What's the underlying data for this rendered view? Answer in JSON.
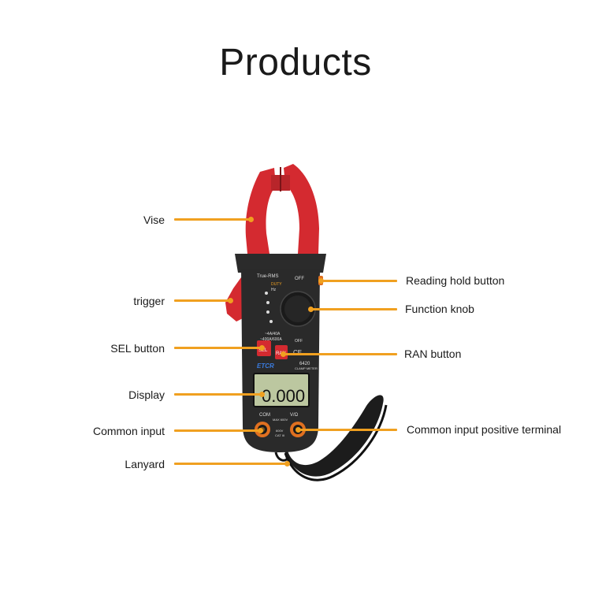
{
  "page": {
    "title": "Products"
  },
  "callouts": {
    "vise": "Vise",
    "trigger": "trigger",
    "sel_button": "SEL button",
    "display": "Display",
    "common_input": "Common input",
    "lanyard": "Lanyard",
    "reading_hold_button": "Reading hold button",
    "function_knob": "Function knob",
    "ran_button": "RAN button",
    "common_input_positive_terminal": "Common input positive terminal"
  },
  "device": {
    "brand": "ETCR",
    "model": "6420",
    "model_subtitle": "CLAMP METER",
    "true_rms": "True-RMS",
    "off_top": "OFF",
    "off_bottom": "OFF",
    "duty": "DUTY",
    "hz": "Hz",
    "dial_range_1": "~4A/40A",
    "dial_range_2": "~400A/600A",
    "sel_label": "SEL",
    "ran_label": "RAN",
    "lcd_reading": "0.000",
    "com_label": "COM",
    "v_ohm_label": "V/Ω",
    "rating_1": "600V",
    "rating_2": "CAT III",
    "max_label": "MAX 600V",
    "ce_mark": "CE"
  },
  "colors": {
    "leader": "#f0a020",
    "clamp_red": "#d42a30",
    "body_dark": "#2a2a2a",
    "terminal_ring": "#e07020"
  }
}
